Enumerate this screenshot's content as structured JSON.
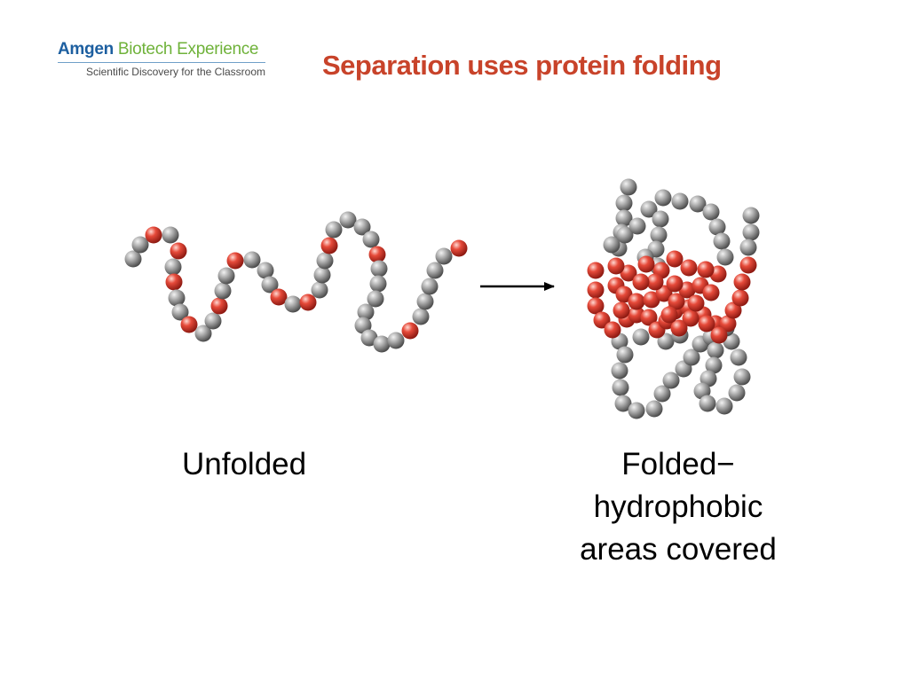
{
  "header": {
    "logo": {
      "brand": "Amgen",
      "program": "Biotech Experience",
      "tagline": "Scientific Discovery for the Classroom"
    },
    "title": "Separation uses protein folding"
  },
  "diagram": {
    "left_label": "Unfolded",
    "right_label_lines": [
      "Folded−",
      "hydrophobic",
      "areas covered"
    ],
    "bead_colors": {
      "hydrophilic": "#8f8f8f",
      "hydrophobic": "#d8392d"
    }
  }
}
